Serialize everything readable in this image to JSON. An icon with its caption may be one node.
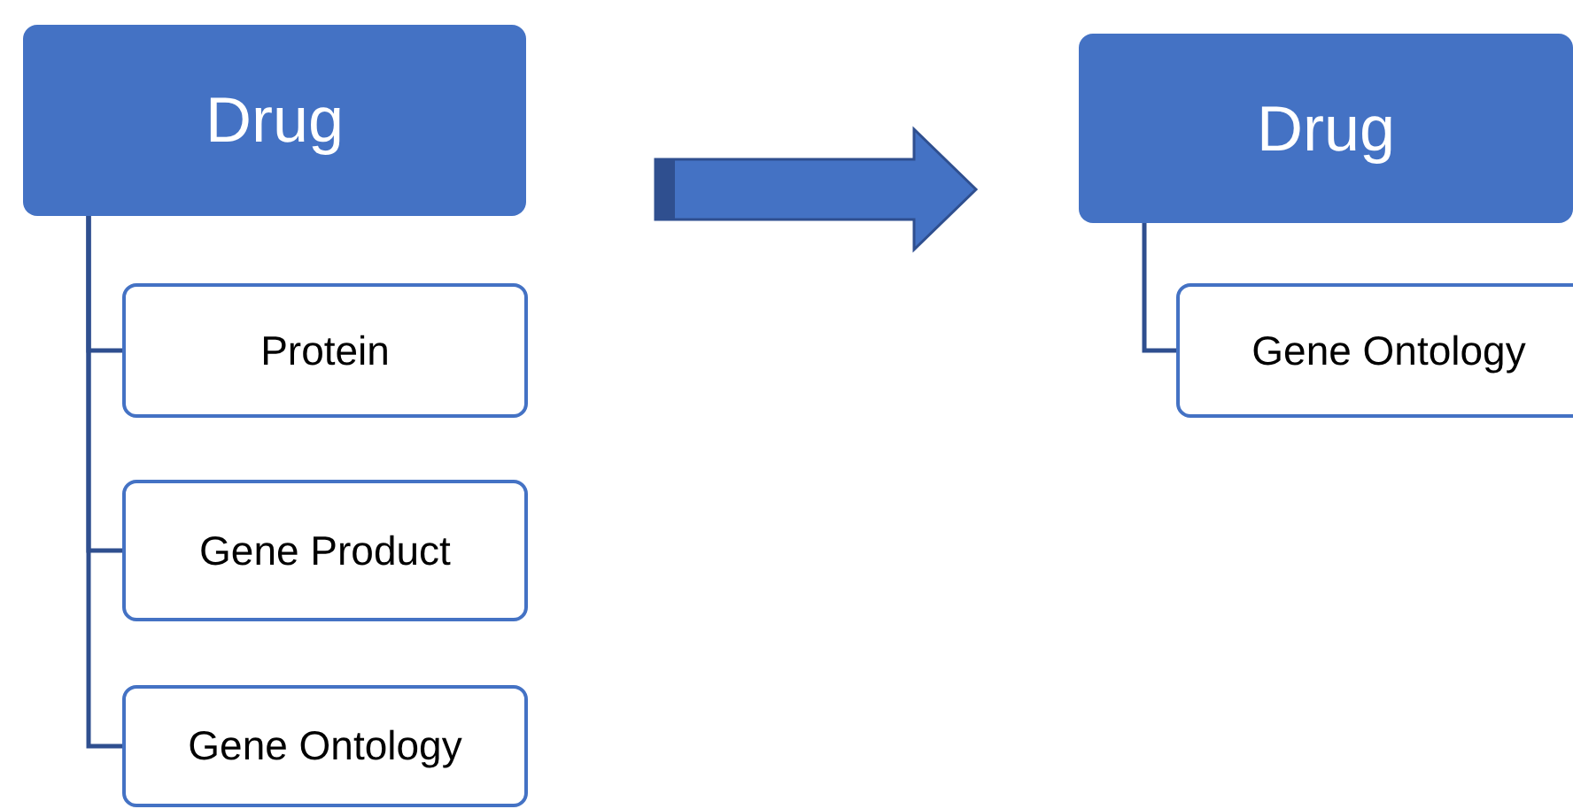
{
  "diagram": {
    "nodes": [
      {
        "text": [
          "Drug"
        ]
      },
      {
        "text": [
          "Protein"
        ]
      },
      {
        "text": [
          "Gene Product"
        ]
      },
      {
        "text": [
          "Gene Ontology"
        ]
      },
      {
        "text": [
          "Drug"
        ]
      },
      {
        "text": [
          "Gene Ontology"
        ]
      }
    ],
    "edges": [
      {
        "from": 0,
        "to": 1,
        "arrow": "none"
      },
      {
        "from": 0,
        "to": 2,
        "arrow": "none"
      },
      {
        "from": 0,
        "to": 3,
        "arrow": "none"
      },
      {
        "from": 0,
        "to": 4,
        "arrow": "to",
        "style": "thick"
      },
      {
        "from": 4,
        "to": 5,
        "arrow": "none"
      }
    ]
  }
}
